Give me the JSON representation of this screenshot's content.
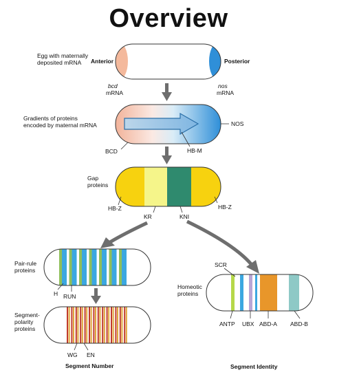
{
  "title": "Overview",
  "stage1": {
    "caption": "Egg with maternally\ndeposited mRNA",
    "anterior": "Anterior",
    "posterior": "Posterior",
    "bcd_gene": "bcd",
    "bcd_mrna": "mRNA",
    "nos_gene": "nos",
    "nos_mrna": "mRNA"
  },
  "stage2": {
    "caption": "Gradients of proteins\nencoded by maternal mRNA",
    "nos": "NOS",
    "bcd": "BCD",
    "hbm": "HB-M"
  },
  "stage3": {
    "caption": "Gap\nproteins",
    "hbz_left": "HB-Z",
    "hbz_right": "HB-Z",
    "kr": "KR",
    "kni": "KNI"
  },
  "stage4": {
    "caption": "Pair-rule\nproteins",
    "h": "H",
    "run": "RUN"
  },
  "stage5": {
    "caption": "Segment-\npolarity\nproteins",
    "wg": "WG",
    "en": "EN",
    "footer": "Segment Number"
  },
  "homeotic": {
    "caption": "Homeotic\nproteins",
    "scr": "SCR",
    "antp": "ANTP",
    "ubx": "UBX",
    "abda": "ABD-A",
    "abdb": "ABD-B",
    "footer": "Segment Identity"
  },
  "colors": {
    "anterior_pink": "#f4b99c",
    "posterior_blue": "#2f8fd8",
    "gap_yellow": "#f7d20f",
    "gap_light_yellow": "#f5f58a",
    "gap_green": "#2f8a6e",
    "pair_rule_blue": "#3ba7e0",
    "pair_rule_green": "#8fbf5a",
    "wg_stripe": "#c0392b",
    "en_stripe": "#e0a63a",
    "antp_green": "#b6d84a",
    "scr_blue": "#3ba7e0",
    "ubx_purple": "#b8a6d6",
    "abda_orange": "#e8962a",
    "abdb_teal": "#8ec9c6",
    "arrow_gray": "#6e6e6e"
  }
}
